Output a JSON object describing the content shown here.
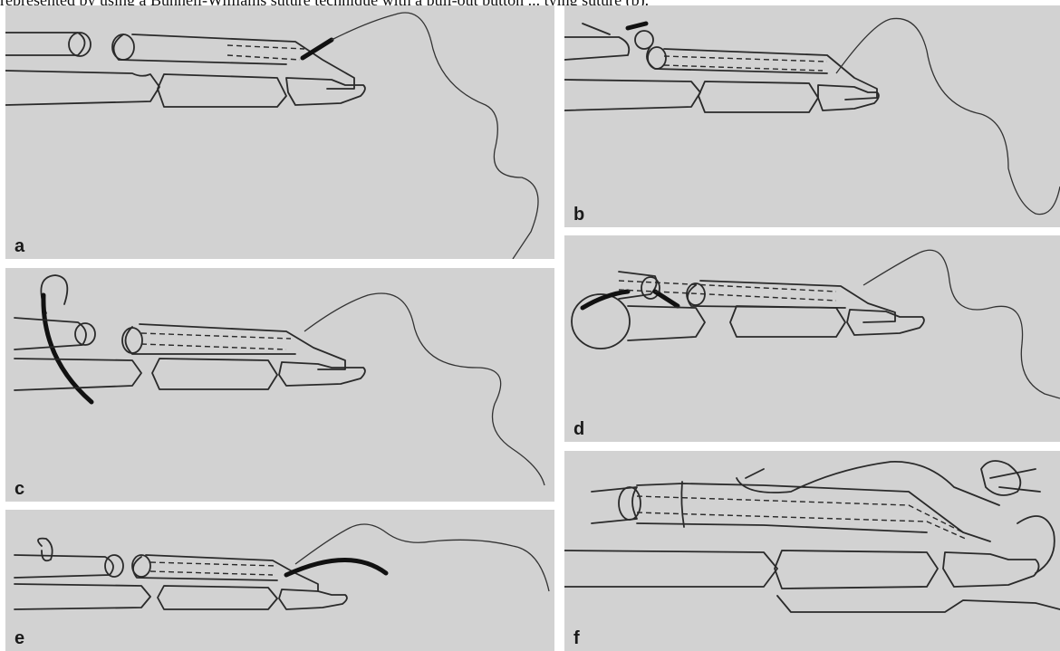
{
  "caption_fragment": "represented by using a Bunnell-Williams suture technique with a pull-out button ... tying suture (b).",
  "panels": [
    {
      "id": "a",
      "letter": "a"
    },
    {
      "id": "b",
      "letter": "b"
    },
    {
      "id": "c",
      "letter": "c"
    },
    {
      "id": "d",
      "letter": "d"
    },
    {
      "id": "e",
      "letter": "e"
    },
    {
      "id": "f",
      "letter": "f"
    }
  ],
  "colors": {
    "panel_background": "#d2d2d2",
    "ink": "#2a2a2a",
    "page_background": "#ffffff"
  }
}
